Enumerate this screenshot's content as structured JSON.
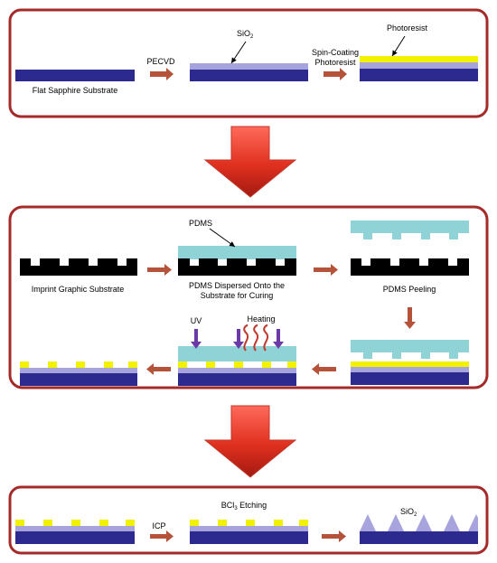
{
  "panel1": {
    "substrate_label": "Flat Sapphire Substrate",
    "step_pecvd": "PECVD",
    "sio2_label": "SiO",
    "sio2_sub": "2",
    "spin_line1": "Spin-Coating",
    "spin_line2": "Photoresist",
    "photoresist_label": "Photoresist"
  },
  "panel2": {
    "pdms_label": "PDMS",
    "imprint_label": "Imprint Graphic Substrate",
    "dispersed_line1": "PDMS Dispersed Onto the",
    "dispersed_line2": "Substrate for Curing",
    "peeling_label": "PDMS Peeling",
    "uv_label": "UV",
    "heating_label": "Heating"
  },
  "panel3": {
    "etch_prefix": "BCl",
    "etch_sub": "3",
    "etch_suffix": " Etching",
    "icp_label": "ICP",
    "sio2_label": "SiO",
    "sio2_sub": "2"
  },
  "colors": {
    "frame": "#a52a2a",
    "substrate": "#2d2a8f",
    "sio2": "#a7a3dc",
    "photoresist": "#f2f200",
    "pdms": "#8fd3d6",
    "imprint": "#000000",
    "small_arrow": "#b5533a",
    "big_arrow": "#e23a2a",
    "uv_arrow": "#6b3aa8",
    "heat_wave": "#c0392b"
  }
}
